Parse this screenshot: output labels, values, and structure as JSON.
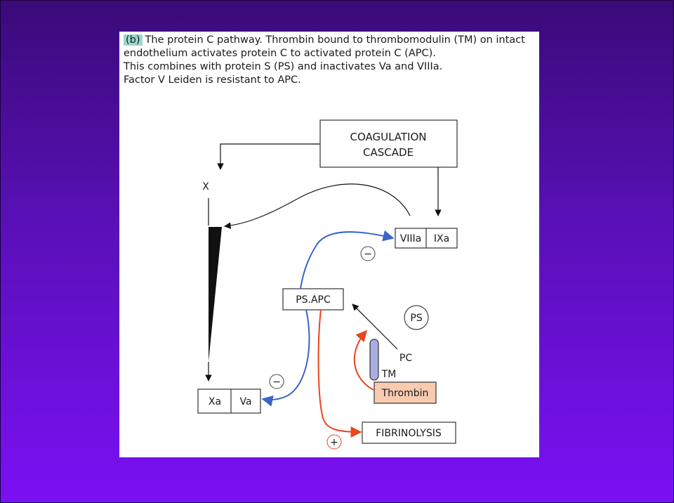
{
  "caption": {
    "label": "(b)",
    "lines": [
      "The protein C pathway. Thrombin bound to thrombomodulin (TM) on intact",
      "endothelium activates protein C to activated protein C (APC).",
      "This combines with protein S (PS) and inactivates Va and VIIIa.",
      "Factor V Leiden is resistant to APC."
    ]
  },
  "nodes": {
    "coagulation_cascade_line1": "COAGULATION",
    "coagulation_cascade_line2": "CASCADE",
    "x": "X",
    "viiia": "VIIIa",
    "ixa": "IXa",
    "ps_apc": "PS.APC",
    "ps": "PS",
    "pc": "PC",
    "tm": "TM",
    "thrombin": "Thrombin",
    "xa": "Xa",
    "va": "Va",
    "fibrinolysis": "FIBRINOLYSIS",
    "minus_sign": "−",
    "plus_sign": "+"
  },
  "colors": {
    "inhibition_arrow": "#3a64c8",
    "activation_arrow": "#e8461e",
    "thrombin_fill": "#f8cbb0",
    "tm_fill": "#a8aee0"
  }
}
